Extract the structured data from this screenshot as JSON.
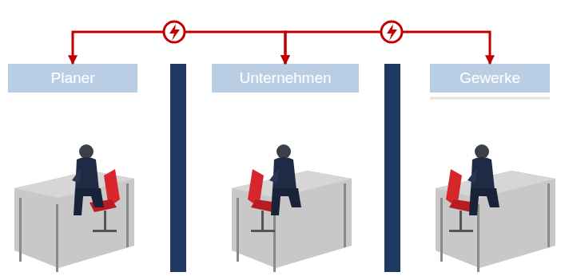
{
  "diagram": {
    "nodes": [
      {
        "text": [
          "Planer"
        ]
      },
      {
        "text": [
          "Unternehmen"
        ]
      },
      {
        "text": [
          "Gewerke"
        ]
      }
    ],
    "edges": [
      {
        "from": 0,
        "to": 1,
        "arrow": "both"
      },
      {
        "from": 1,
        "to": 2,
        "arrow": "both"
      }
    ]
  }
}
